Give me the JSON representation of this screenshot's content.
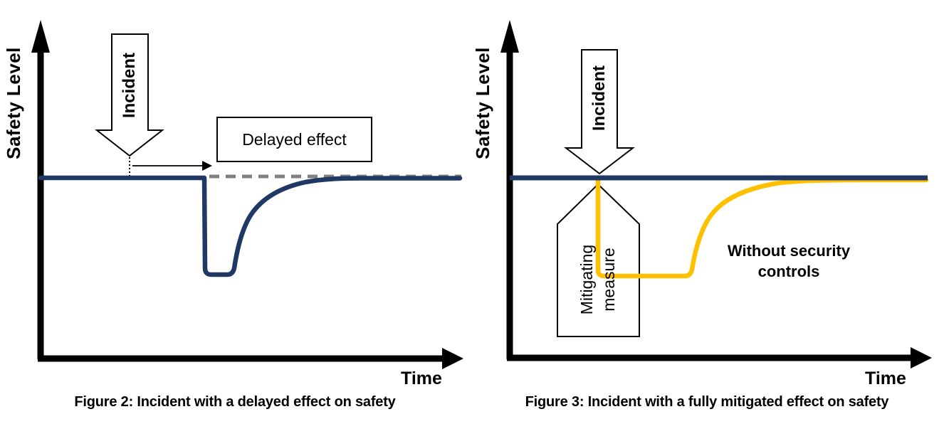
{
  "colors": {
    "line_navy": "#1F3864",
    "line_gold": "#FFC000",
    "dashed_gray": "#808080",
    "axis_black": "#000000",
    "shape_fill_white": "#FFFFFF",
    "background": "#FFFFFF"
  },
  "figure2": {
    "y_axis_label": "Safety Level",
    "x_axis_label": "Time",
    "incident_arrow_label": "Incident",
    "delayed_effect_label": "Delayed effect",
    "caption": "Figure 2: Incident with a delayed effect on safety"
  },
  "figure3": {
    "y_axis_label": "Safety Level",
    "x_axis_label": "Time",
    "incident_arrow_label": "Incident",
    "mitigating_measure_label": "Mitigating measure",
    "without_controls_label": "Without security controls",
    "caption": "Figure 3: Incident with a fully mitigated effect on safety"
  }
}
